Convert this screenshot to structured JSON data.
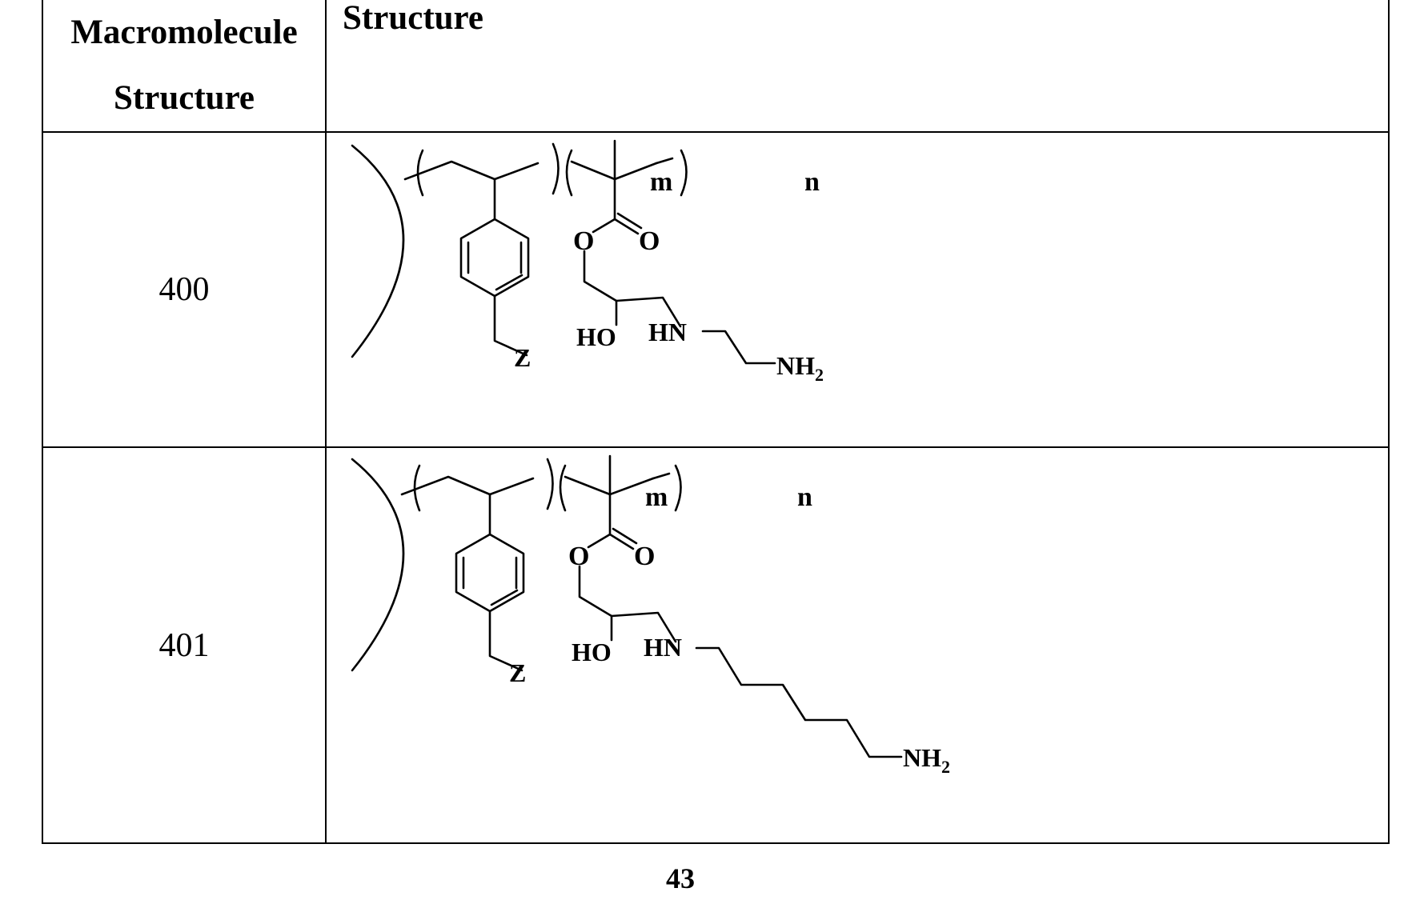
{
  "table": {
    "header": {
      "col1_line1": "Macromolecule",
      "col1_line2": "Structure",
      "col2": "Structure"
    },
    "rows": [
      {
        "id": "400",
        "labels": {
          "n": "n",
          "m": "m",
          "o_ester": "O",
          "o_carbonyl": "O",
          "ho": "HO",
          "hn": "HN",
          "z": "Z",
          "nh2": "NH",
          "nh2_sub": "2"
        }
      },
      {
        "id": "401",
        "labels": {
          "n": "n",
          "m": "m",
          "o_ester": "O",
          "o_carbonyl": "O",
          "ho": "HO",
          "hn": "HN",
          "z": "Z",
          "nh2": "NH",
          "nh2_sub": "2"
        }
      }
    ]
  },
  "page_number": "43"
}
